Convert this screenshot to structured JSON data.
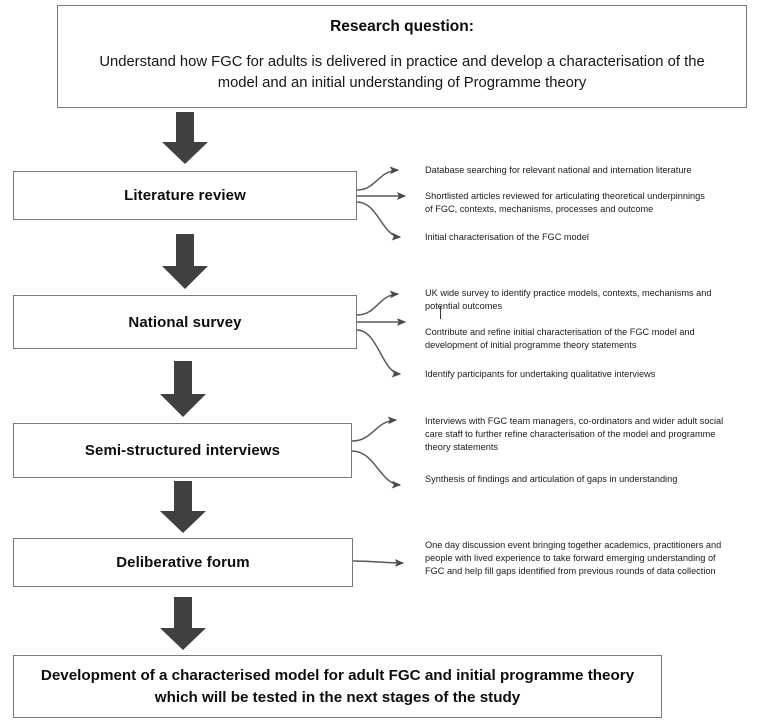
{
  "diagram": {
    "title_box": {
      "heading": "Research question:",
      "body": "Understand how FGC for adults is delivered in practice and develop a characterisation of the model and an initial understanding of Programme theory"
    },
    "stages": [
      {
        "label": "Literature review",
        "annotations": [
          {
            "lines": [
              "Database searching for relevant national and internation literature"
            ]
          },
          {
            "lines": [
              "Shortlisted articles reviewed for articulating theoretical underpinnings",
              "of FGC, contexts, mechanisms, processes and outcome"
            ]
          },
          {
            "lines": [
              "Initial characterisation of the FGC model"
            ]
          }
        ]
      },
      {
        "label": "National survey",
        "annotations": [
          {
            "lines": [
              "UK wide survey to identify practice models, contexts, mechanisms and",
              "potential outcomes"
            ]
          },
          {
            "lines": [
              "Contribute and refine initial characterisation of the FGC model and",
              "development of initial programme theory statements"
            ]
          },
          {
            "lines": [
              "Identify participants for undertaking qualitative interviews"
            ]
          }
        ]
      },
      {
        "label": "Semi-structured interviews",
        "annotations": [
          {
            "lines": [
              "Interviews with FGC team managers, co-ordinators and wider adult social",
              "care staff to further refine characterisation of the model and programme",
              "theory statements"
            ]
          },
          {
            "lines": [
              "Synthesis of findings and articulation of gaps in understanding"
            ]
          }
        ]
      },
      {
        "label": "Deliberative forum",
        "annotations": [
          {
            "lines": [
              "One day discussion event bringing together academics, practitioners and",
              "people with lived experience to take forward emerging understanding of",
              "FGC and help fill gaps identified from previous rounds of data collection"
            ]
          }
        ]
      }
    ],
    "outcome_box": {
      "line1": "Development of a characterised model for adult FGC and initial programme theory",
      "line2": "which will be tested in the next stages of the study"
    },
    "colors": {
      "box_border": "#7a7a7a",
      "arrow_fill": "#404040",
      "connector": "#555555",
      "text": "#111111"
    }
  }
}
